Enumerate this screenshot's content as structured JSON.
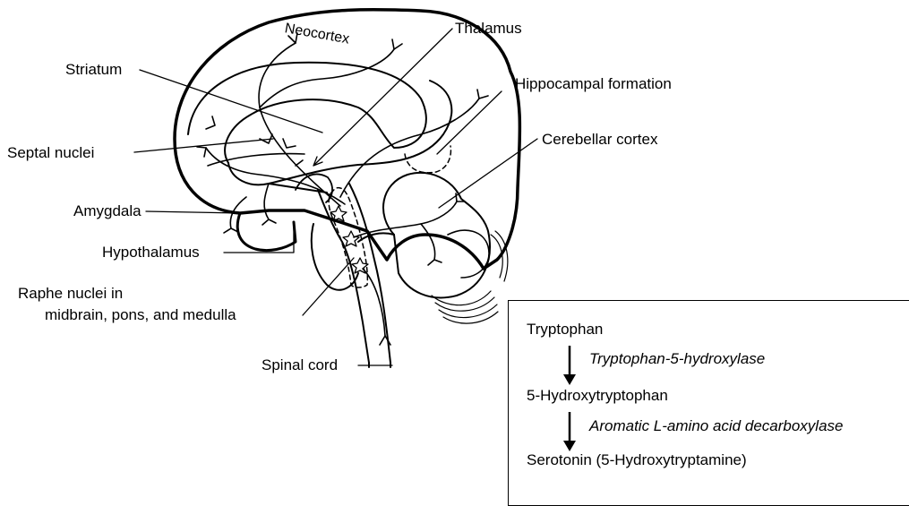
{
  "labels": {
    "neocortex": "Neocortex",
    "thalamus": "Thalamus",
    "striatum": "Striatum",
    "hippocampal_formation": "Hippocampal formation",
    "septal_nuclei": "Septal nuclei",
    "cerebellar_cortex": "Cerebellar cortex",
    "amygdala": "Amygdala",
    "hypothalamus": "Hypothalamus",
    "raphe_line1": "Raphe nuclei in",
    "raphe_line2": "midbrain, pons, and medulla",
    "spinal_cord": "Spinal cord"
  },
  "pathway": {
    "substrate": "Tryptophan",
    "enzyme1": "Tryptophan-5-hydroxylase",
    "intermediate": "5-Hydroxytryptophan",
    "enzyme2_prefix": "Aromatic ",
    "enzyme2_l": "L",
    "enzyme2_suffix": "-amino acid decarboxylase",
    "product": "Serotonin (5-Hydroxytryptamine)"
  }
}
